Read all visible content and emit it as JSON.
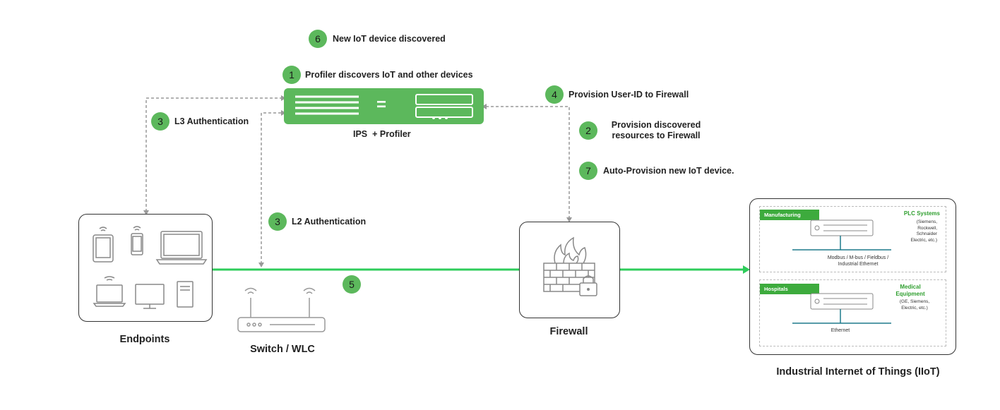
{
  "steps": [
    {
      "num": "6",
      "label": "New IoT device discovered"
    },
    {
      "num": "1",
      "label": "Profiler discovers IoT and other devices"
    },
    {
      "num": "4",
      "label": "Provision User-ID to Firewall"
    },
    {
      "num": "3",
      "label": "L3 Authentication"
    },
    {
      "num": "2",
      "label": "Provision discovered resources to Firewall"
    },
    {
      "num": "7",
      "label": "Auto-Provision new IoT device."
    },
    {
      "num": "3",
      "label": "L2 Authentication"
    },
    {
      "num": "5",
      "label": ""
    }
  ],
  "ips": {
    "caption_a": "IPS",
    "caption_b": "+ Profiler",
    "equals": "="
  },
  "endpoints": {
    "caption": "Endpoints"
  },
  "switch": {
    "caption": "Switch / WLC"
  },
  "firewall": {
    "caption": "Firewall"
  },
  "iiot": {
    "caption": "Industrial Internet of Things (IIoT)",
    "sections": [
      {
        "tag": "Manufacturing",
        "title": "PLC Systems",
        "subtitle": [
          "(Siemens,",
          "Rockwell,",
          "Schnaider",
          "Electric, etc.)"
        ],
        "bus": [
          "Modbus / M-bus / Fieldbus /",
          "Industrial Ethernet"
        ]
      },
      {
        "tag": "Hospitals",
        "title": [
          "Medical",
          "Equipment"
        ],
        "subtitle": [
          "(GE, Siemens,",
          "Electric, etc.)"
        ],
        "bus": [
          "Ethernet"
        ]
      }
    ]
  },
  "colors": {
    "accent": "#5cb85c",
    "link": "#2ecc5a",
    "dashed": "#999999"
  }
}
